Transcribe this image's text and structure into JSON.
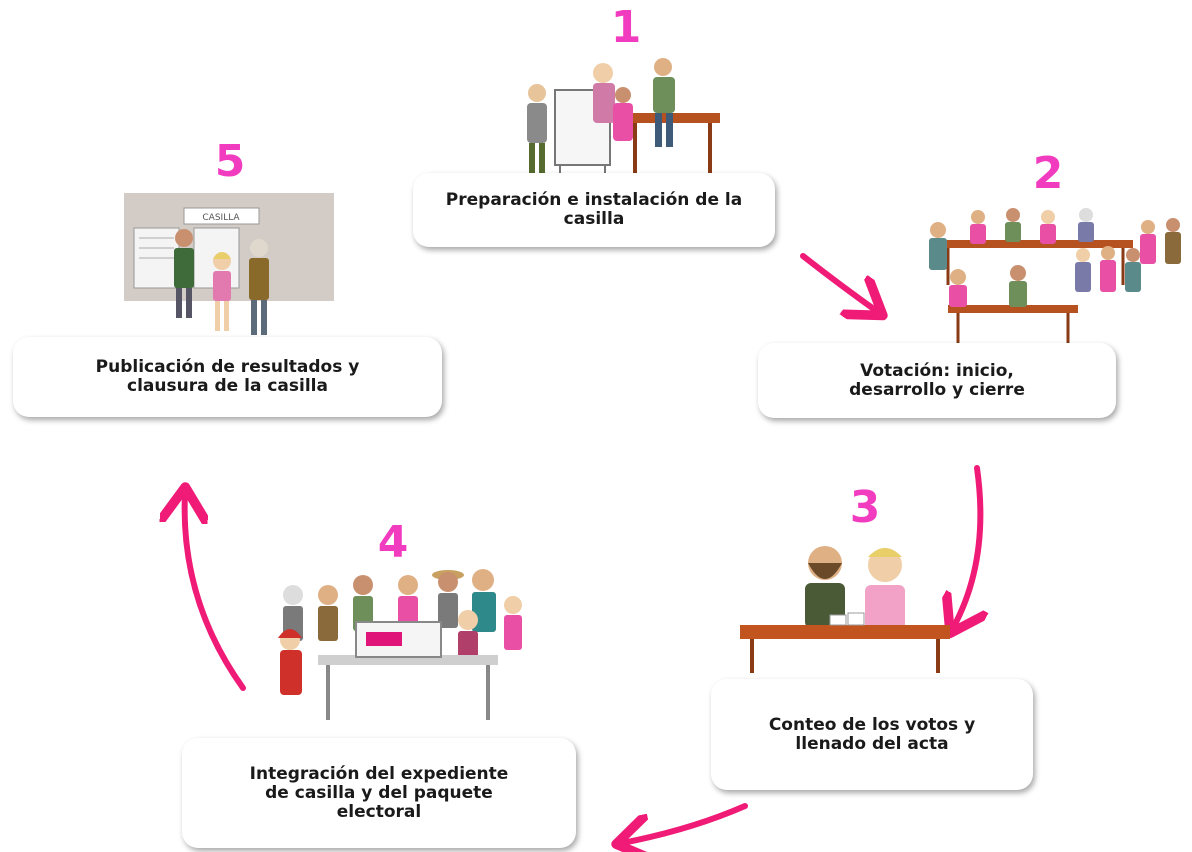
{
  "accent_color": "#ef1b77",
  "number_color": "#f23cc0",
  "steps": [
    {
      "number": "1",
      "label": "Preparación e instalación de la\ncasilla",
      "illustration": "booth-setup-illustration"
    },
    {
      "number": "2",
      "label": "Votación: inicio,\ndesarrollo y cierre",
      "illustration": "voting-line-illustration"
    },
    {
      "number": "3",
      "label": "Conteo de los votos y\nllenado del acta",
      "illustration": "vote-counting-illustration"
    },
    {
      "number": "4",
      "label": "Integración del expediente\nde casilla y del paquete\nelectoral",
      "illustration": "ballot-box-illustration"
    },
    {
      "number": "5",
      "label": "Publicación de resultados y\nclausura de la casilla",
      "illustration": "results-poster-illustration"
    }
  ],
  "poster_sign": "CASILLA"
}
